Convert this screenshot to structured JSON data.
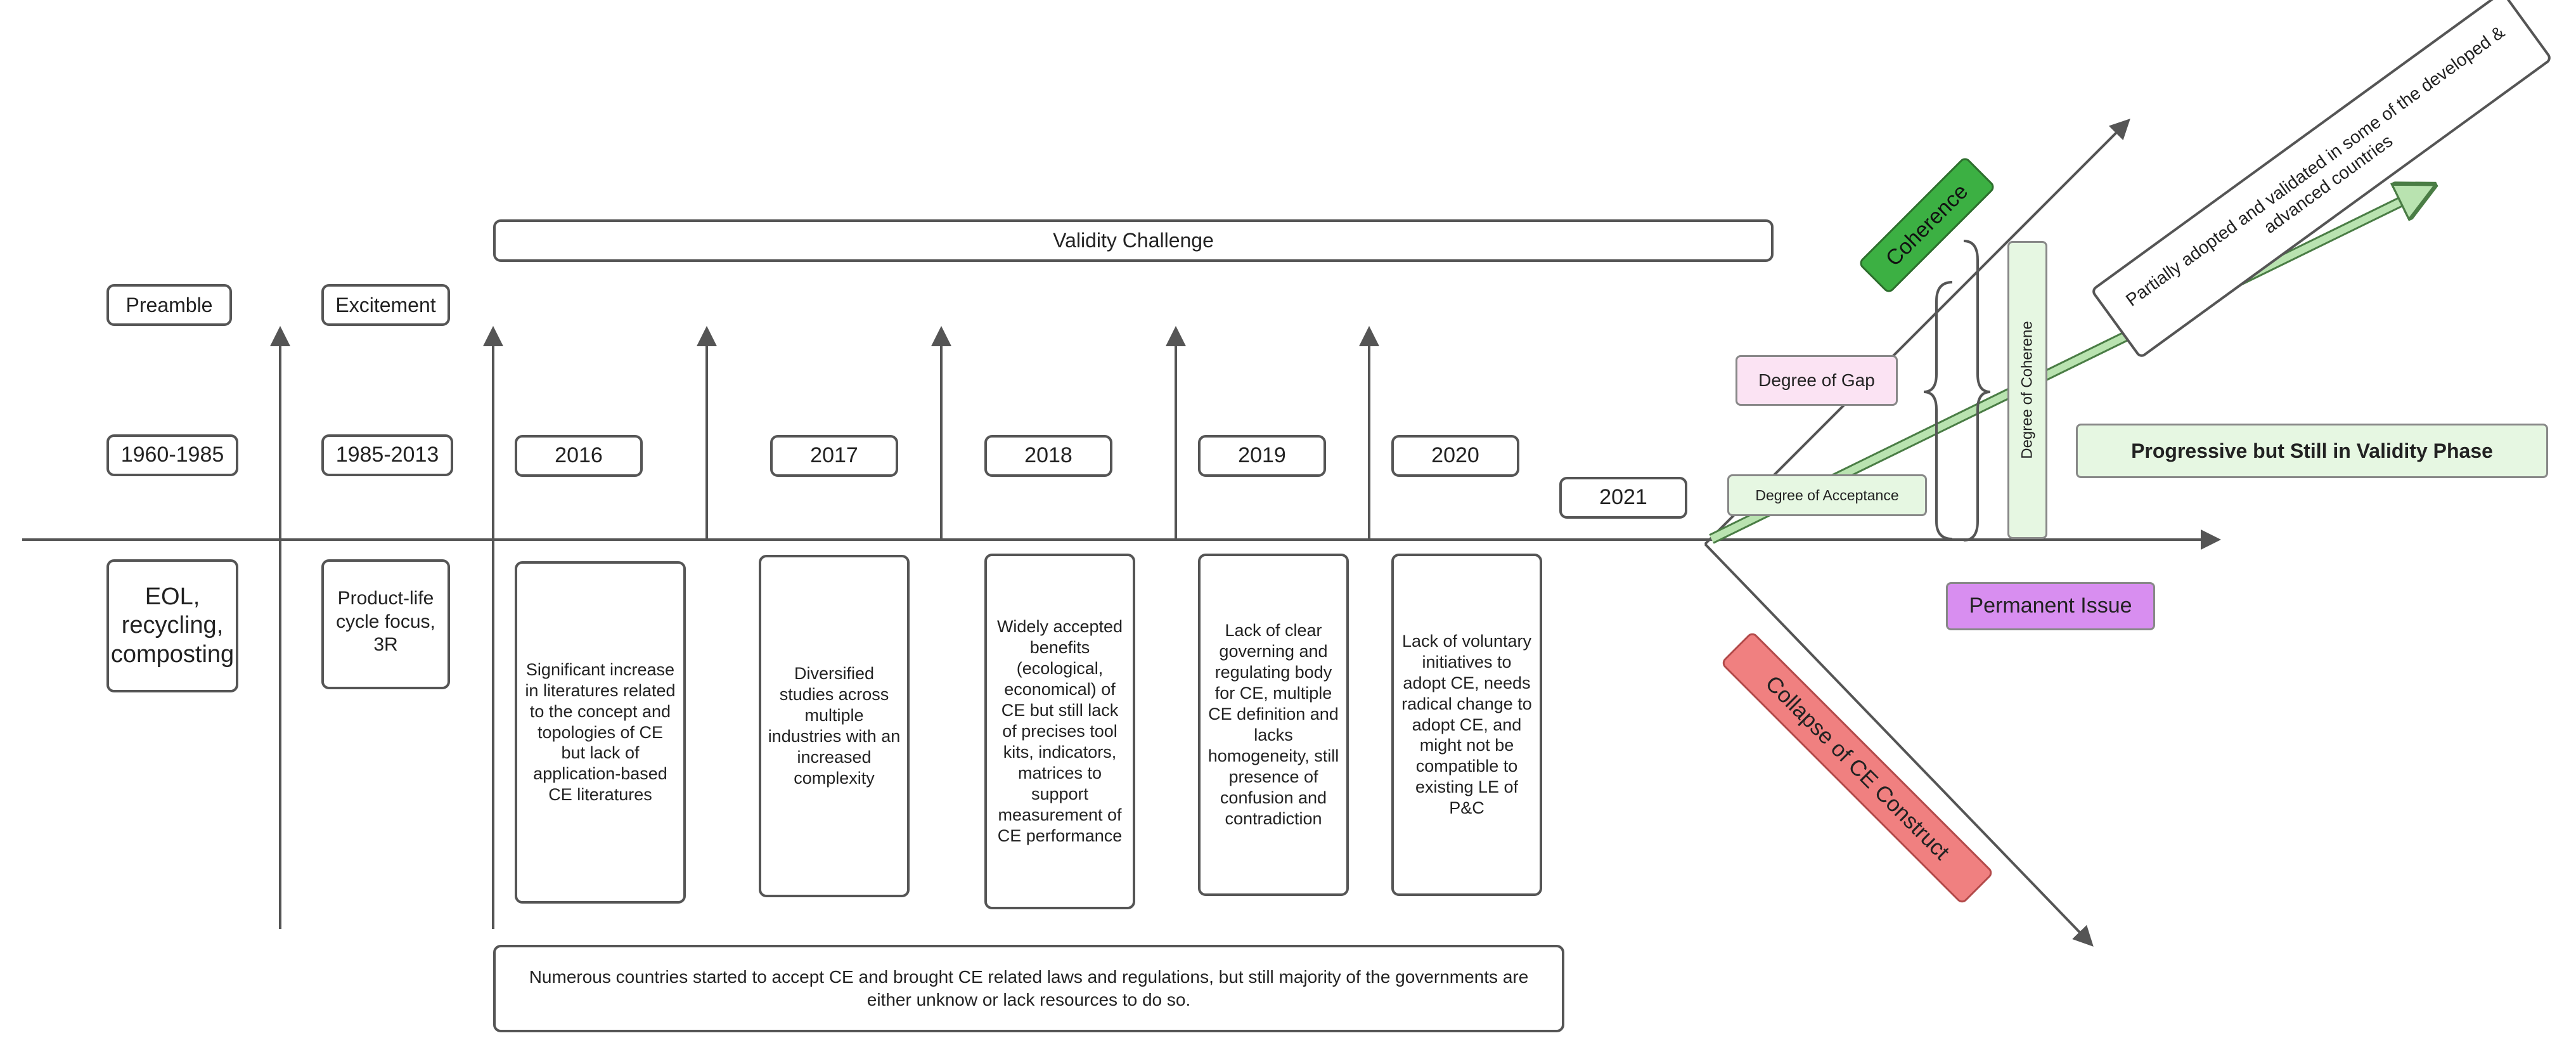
{
  "phases": {
    "preamble": "Preamble",
    "excitement": "Excitement",
    "validity_challenge": "Validity Challenge"
  },
  "years": [
    "1960-1985",
    "1985-2013",
    "2016",
    "2017",
    "2018",
    "2019",
    "2020",
    "2021"
  ],
  "descriptions": [
    "EOL, recycling, composting",
    "Product-life cycle focus, 3R",
    "Significant increase in literatures related to the concept and topologies of CE but lack of application-based CE literatures",
    "Diversified studies across multiple industries with an increased complexity",
    "Widely accepted benefits (ecological, economical) of CE but still lack of precises tool kits, indicators, matrices to support measurement of CE performance",
    "Lack of clear governing and regulating body for CE, multiple CE definition and lacks homogeneity, still presence of confusion and contradiction",
    "Lack of voluntary initiatives to adopt CE, needs radical change to adopt CE, and might not be compatible to existing LE of P&C"
  ],
  "bottom_note": "Numerous countries started to accept CE and brought CE related laws and regulations, but still majority of the governments are either unknow or lack resources to do so.",
  "right_panel": {
    "coherence": "Coherence",
    "partially_adopted": "Partially adopted and validated in some of the developed & advanced countries",
    "degree_of_gap": "Degree of Gap",
    "degree_of_acceptance": "Degree of Acceptance",
    "degree_of_coherene": "Degree of Coherene",
    "progressive": "Progressive but Still in Validity Phase",
    "permanent_issue": "Permanent Issue",
    "collapse": "Collapse of CE Construct"
  },
  "colors": {
    "coherence_fill": "#3cb043",
    "green_light": "#e6f7e2",
    "pink_light": "#fbe3f3",
    "purple": "#d88ef0",
    "red_salmon": "#f08080",
    "line": "#555555"
  }
}
